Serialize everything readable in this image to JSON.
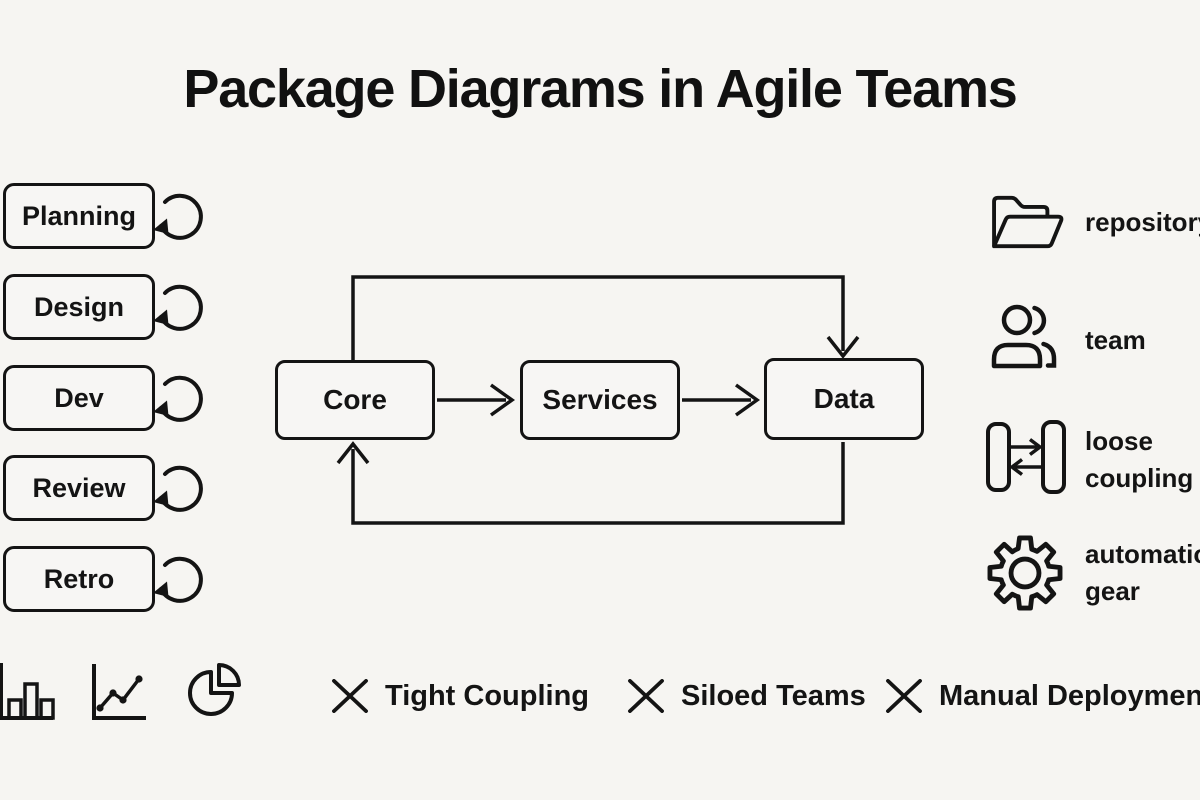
{
  "title": "Package Diagrams in Agile Teams",
  "colors": {
    "background": "#f6f5f2",
    "ink": "#141414"
  },
  "sprint_stages": [
    "Planning",
    "Design",
    "Dev",
    "Review",
    "Retro"
  ],
  "flow_nodes": [
    "Core",
    "Services",
    "Data"
  ],
  "legend": [
    {
      "icon": "open-folder-icon",
      "lines": [
        "repository"
      ]
    },
    {
      "icon": "team-icon",
      "lines": [
        "team"
      ]
    },
    {
      "icon": "loose-coupling-icon",
      "lines": [
        "loose",
        "coupling"
      ]
    },
    {
      "icon": "automation-gear-icon",
      "lines": [
        "automation",
        "gear"
      ]
    }
  ],
  "antipatterns": [
    "Tight Coupling",
    "Siloed Teams",
    "Manual Deployment"
  ],
  "decorative_chart_icons": [
    "bar-chart",
    "line-chart",
    "pie-chart"
  ]
}
